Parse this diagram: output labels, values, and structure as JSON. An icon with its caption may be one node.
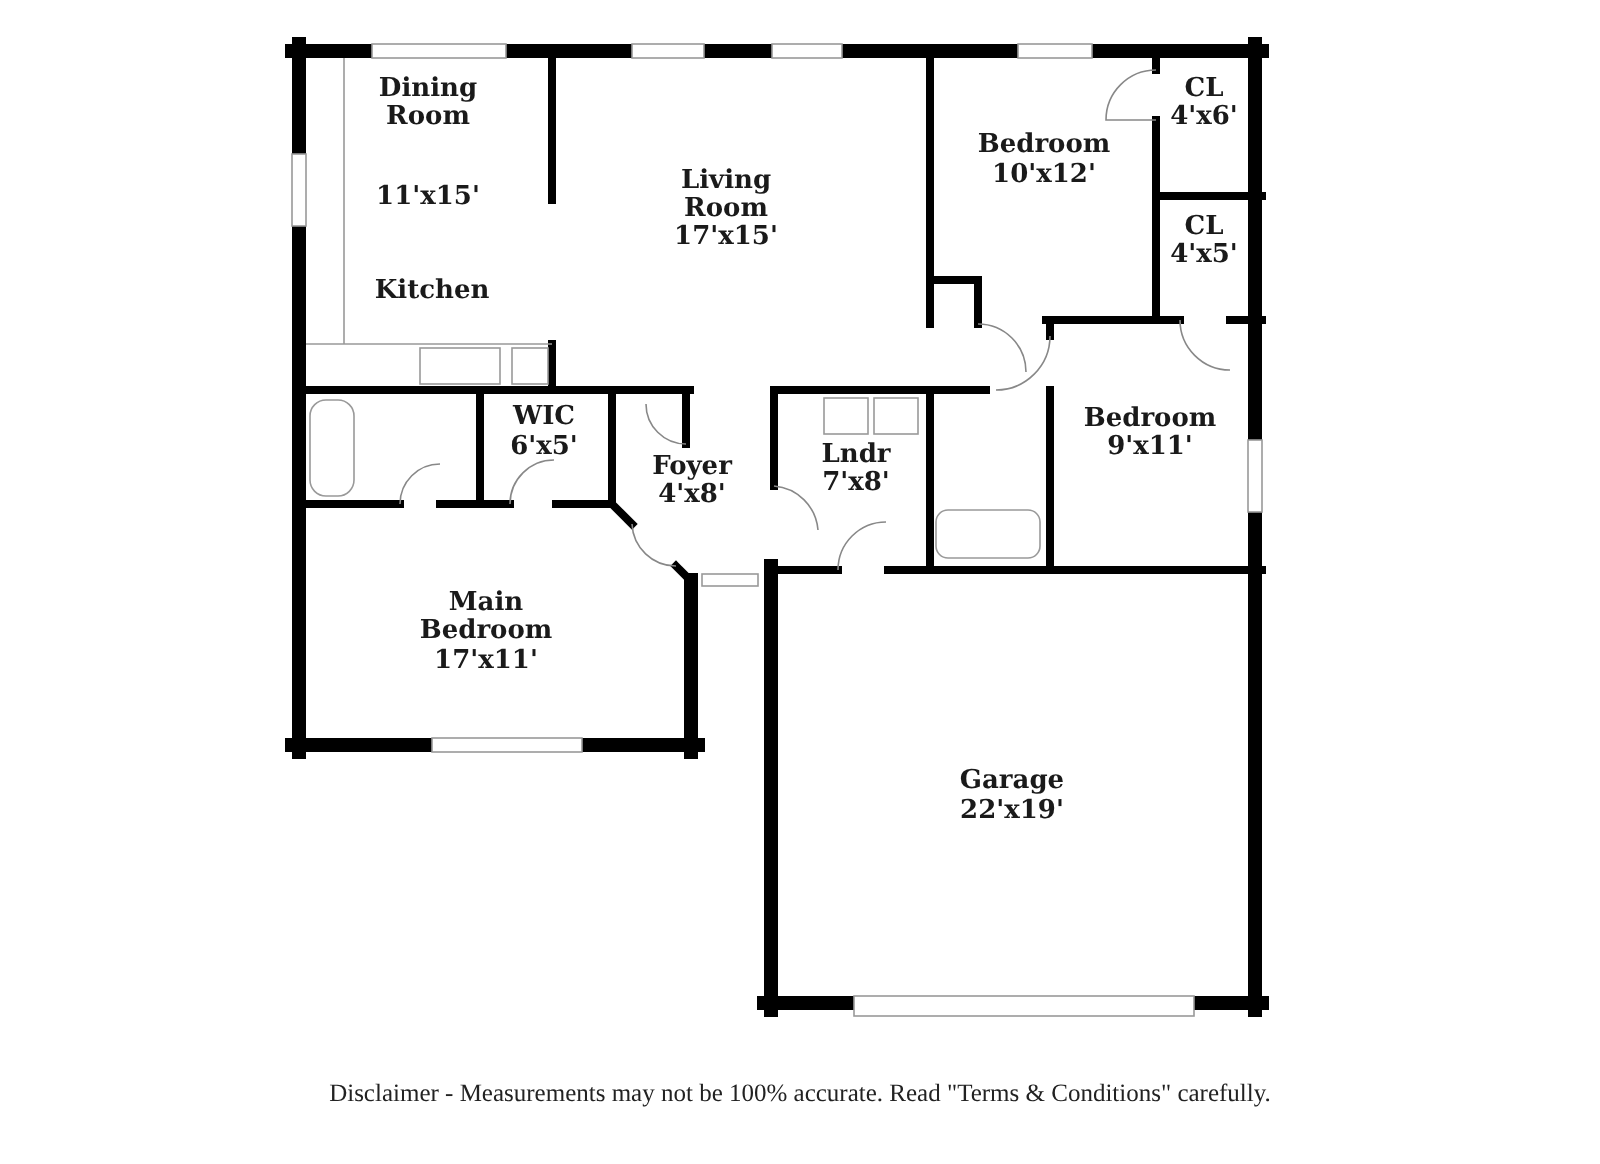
{
  "diagram": {
    "labels": [
      "Dining Room",
      "11'x15'",
      "Kitchen",
      "Living Room",
      "17'x15'",
      "Bedroom",
      "10'x12'",
      "CL",
      "4'x6'",
      "CL",
      "4'x5'",
      "Bedroom",
      "9'x11'",
      "WIC",
      "6'x5'",
      "Foyer",
      "4'x8'",
      "Lndr",
      "7'x8'",
      "Main Bedroom",
      "17'x11'",
      "Garage",
      "22'x19'",
      "Disclaimer - Measurements may not be 100% accurate. Read \"Terms & Conditions\" carefully."
    ]
  }
}
